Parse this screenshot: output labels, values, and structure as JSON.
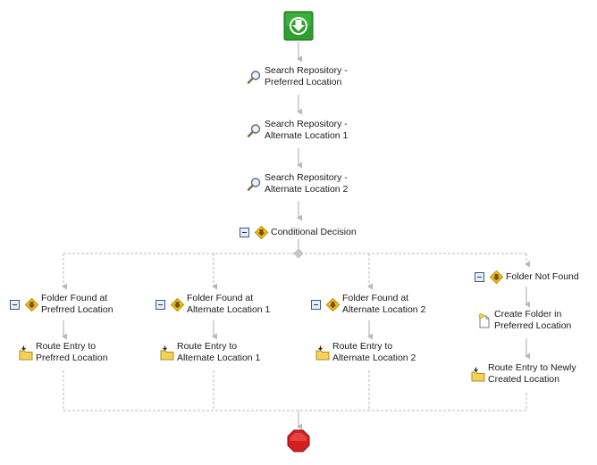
{
  "workflow": {
    "start_icon": "start-arrow-down-icon",
    "end_icon": "stop-octagon-icon",
    "steps": [
      {
        "id": "search-preferred",
        "icon": "magnifier-icon",
        "line1": "Search Repository -",
        "line2": "Preferred Location"
      },
      {
        "id": "search-alt1",
        "icon": "magnifier-icon",
        "line1": "Search Repository -",
        "line2": "Alternate Location 1"
      },
      {
        "id": "search-alt2",
        "icon": "magnifier-icon",
        "line1": "Search Repository -",
        "line2": "Alternate Location 2"
      }
    ],
    "decision": {
      "icon": "decision-diamond-icon",
      "label": "Conditional Decision"
    },
    "branches": [
      {
        "label1": "Folder Found at",
        "label2": "Prefrred Location",
        "action_icon": "folder-route-icon",
        "action1": "Route Entry to",
        "action2": "Prefrred Location"
      },
      {
        "label1": "Folder Found at",
        "label2": "Alternate Location 1",
        "action_icon": "folder-route-icon",
        "action1": "Route Entry to",
        "action2": "Alternate Location 1"
      },
      {
        "label1": "Folder Found at",
        "label2": "Alternate Location 2",
        "action_icon": "folder-route-icon",
        "action1": "Route Entry to",
        "action2": "Alternate Location 2"
      },
      {
        "label1": "Folder Not Found",
        "label2": "",
        "action_icon": "new-document-icon",
        "action1": "Create Folder in",
        "action2": "Preferred Location",
        "action_b_icon": "folder-route-icon",
        "action_b1": "Route Entry to Newly",
        "action_b2": "Created Location"
      }
    ]
  },
  "colors": {
    "start": "#2e9e2e",
    "stop": "#d42020",
    "connector": "#b9b9b9",
    "decision_yellow": "#f5c518"
  }
}
